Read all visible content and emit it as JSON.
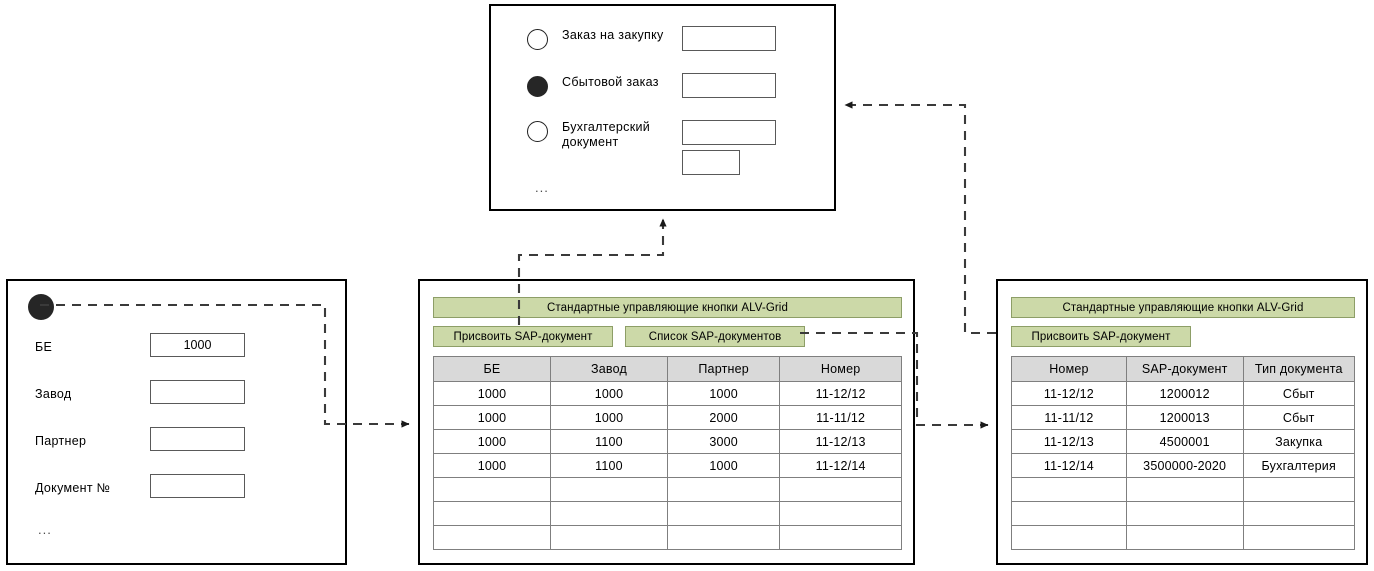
{
  "diagram": {
    "title": "SAP ALV-Grid document assignment mockup",
    "colors": {
      "button_green": "#ccd9a8",
      "button_green_border": "#8d9e67",
      "grid_header_gray": "#d9d9d9",
      "panel_border": "#000000",
      "connector": "#3a3a3a"
    }
  },
  "selection_screen": {
    "name": "document-type-selection-screen",
    "radio_options": [
      {
        "label": "Заказ на закупку",
        "selected": false,
        "input_value": ""
      },
      {
        "label": "Сбытовой заказ",
        "selected": true,
        "input_value": ""
      },
      {
        "label": "Бухгалтерский\nдокумент",
        "selected": false,
        "input_value": "",
        "second_input_value": ""
      }
    ],
    "ellipsis": "..."
  },
  "input_screen": {
    "name": "selection-parameters-screen",
    "fields": [
      {
        "label": "БЕ",
        "value": "1000"
      },
      {
        "label": "Завод",
        "value": ""
      },
      {
        "label": "Партнер",
        "value": ""
      },
      {
        "label": "Документ №",
        "value": ""
      }
    ],
    "ellipsis": "..."
  },
  "alv_main": {
    "name": "alv-grid-main",
    "toolbar_label": "Стандартные управляющие кнопки ALV-Grid",
    "buttons": [
      {
        "label": "Присвоить SAP-документ"
      },
      {
        "label": "Список SAP-документов"
      }
    ],
    "columns": [
      "БЕ",
      "Завод",
      "Партнер",
      "Номер"
    ],
    "rows": [
      [
        "1000",
        "1000",
        "1000",
        "11-12/12"
      ],
      [
        "1000",
        "1000",
        "2000",
        "11-11/12"
      ],
      [
        "1000",
        "1100",
        "3000",
        "11-12/13"
      ],
      [
        "1000",
        "1100",
        "1000",
        "11-12/14"
      ]
    ],
    "empty_rows": 3
  },
  "alv_docs": {
    "name": "alv-grid-documents",
    "toolbar_label": "Стандартные управляющие кнопки ALV-Grid",
    "buttons": [
      {
        "label": "Присвоить SAP-документ"
      }
    ],
    "columns": [
      "Номер",
      "SAP-документ",
      "Тип документа"
    ],
    "rows": [
      [
        "11-12/12",
        "1200012",
        "Сбыт"
      ],
      [
        "11-11/12",
        "1200013",
        "Сбыт"
      ],
      [
        "11-12/13",
        "4500001",
        "Закупка"
      ],
      [
        "11-12/14",
        "3500000-2020",
        "Бухгалтерия"
      ]
    ],
    "empty_rows": 3
  }
}
